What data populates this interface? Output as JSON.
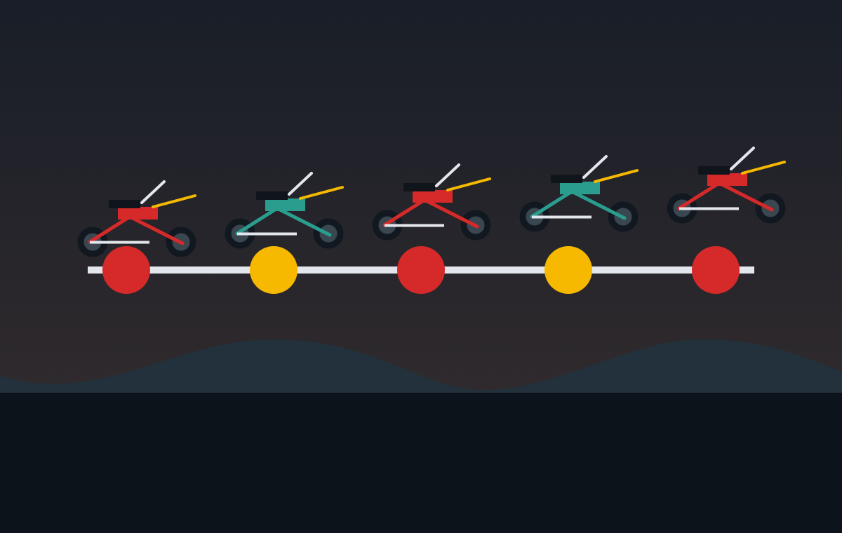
{
  "scene": {
    "colors": {
      "sky_top": "#191e28",
      "sky_bottom": "#2f2a2d",
      "ground": "#0d131b",
      "hills": "#22313b",
      "track": "#e3e6ec",
      "wheel_tire": "#121820",
      "wheel_rim": "#3a4650",
      "seat": "#10141b",
      "handlebar": "#e3e6ec",
      "headlight_beam": "#f6b900",
      "footrest": "#e3e6ec"
    },
    "markers": [
      {
        "name": "marker-1",
        "color": "#d62a2a"
      },
      {
        "name": "marker-2",
        "color": "#f6b900"
      },
      {
        "name": "marker-3",
        "color": "#d62a2a"
      },
      {
        "name": "marker-4",
        "color": "#f6b900"
      },
      {
        "name": "marker-5",
        "color": "#d62a2a"
      }
    ],
    "bikes": [
      {
        "name": "bike-1",
        "color": "#d62a2a"
      },
      {
        "name": "bike-2",
        "color": "#2a9d8f"
      },
      {
        "name": "bike-3",
        "color": "#d62a2a"
      },
      {
        "name": "bike-4",
        "color": "#2a9d8f"
      },
      {
        "name": "bike-5",
        "color": "#d62a2a"
      }
    ]
  }
}
